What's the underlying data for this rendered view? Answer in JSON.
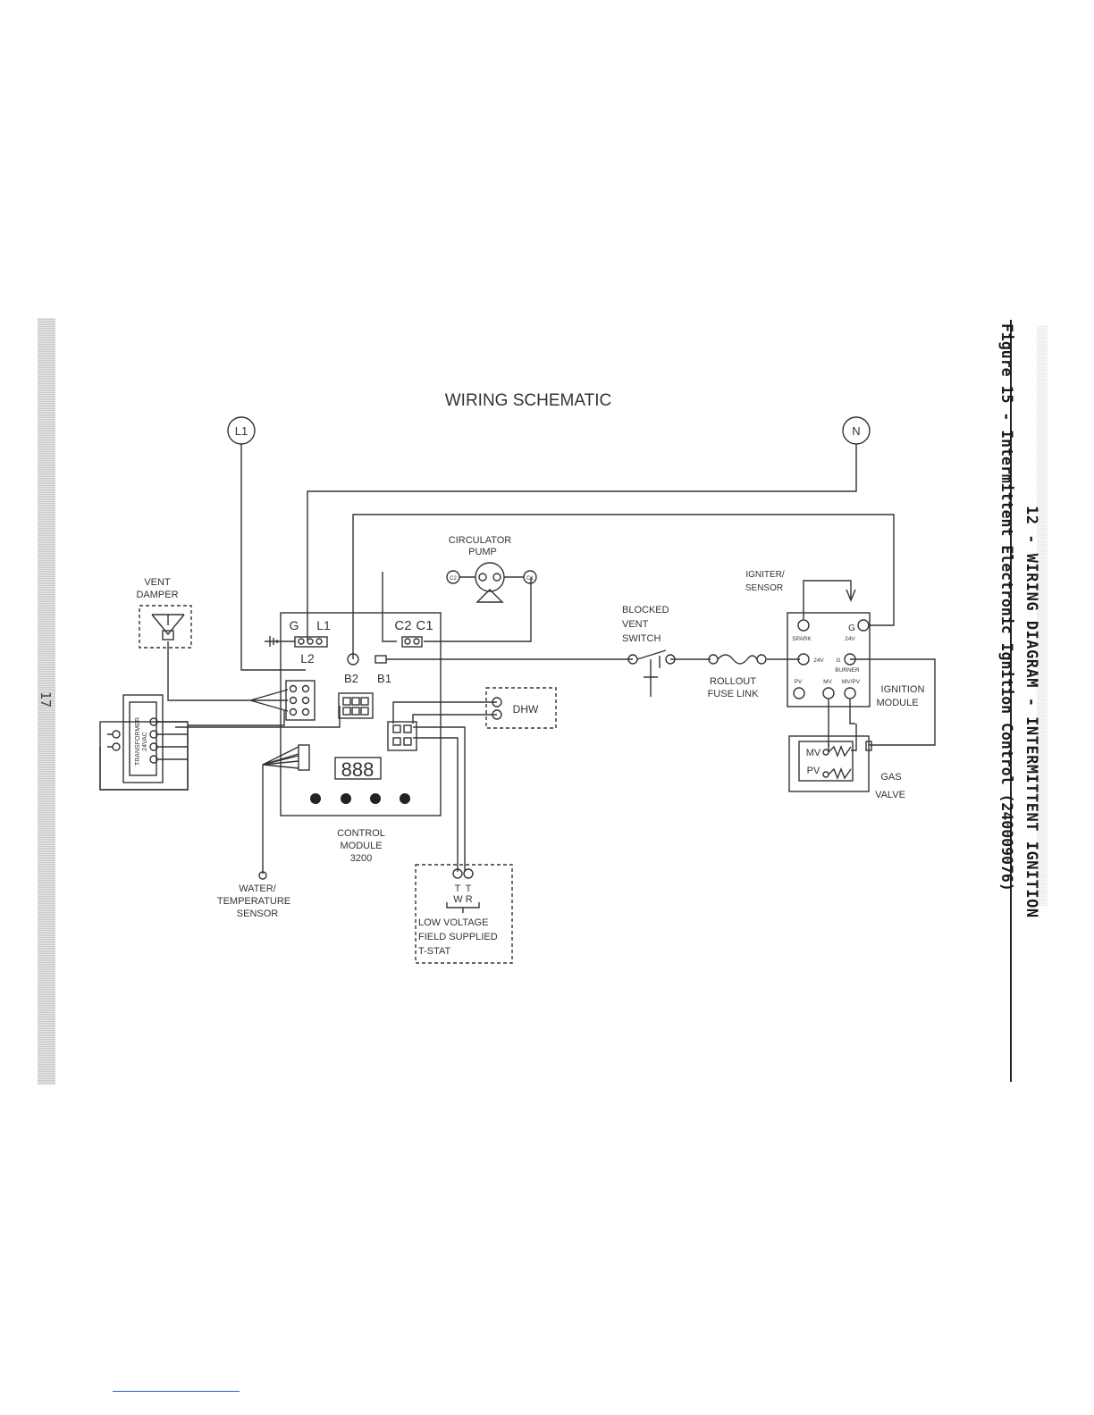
{
  "page": {
    "section_title": "12 - WIRING DIAGRAM - INTERMITTENT IGNITION",
    "figure_caption": "Figure 15  - Intermittent Electronic Ignition Control (240009076)",
    "page_number": "17"
  },
  "schematic": {
    "title": "WIRING SCHEMATIC",
    "terminals": {
      "line": "L1",
      "neutral": "N"
    },
    "components": {
      "vent_damper": [
        "VENT",
        "DAMPER"
      ],
      "transformer": [
        "TRANSFORMER",
        "24VAC"
      ],
      "circulator_pump": [
        "CIRCULATOR",
        "PUMP"
      ],
      "pump_terminals": [
        "C2",
        "C1"
      ],
      "control_module": [
        "CONTROL",
        "MODULE",
        "3200"
      ],
      "water_sensor": [
        "WATER/",
        "TEMPERATURE",
        "SENSOR"
      ],
      "dhw": "DHW",
      "tstat_terminals": [
        "T",
        "T"
      ],
      "tstat_wires": "W R",
      "tstat": [
        "LOW VOLTAGE",
        "FIELD SUPPLIED",
        "T-STAT"
      ],
      "blocked_vent": [
        "BLOCKED",
        "VENT",
        "SWITCH"
      ],
      "rollout": [
        "ROLLOUT",
        "FUSE LINK"
      ],
      "igniter": [
        "IGNITER/",
        "SENSOR"
      ],
      "ignition_module": [
        "IGNITION",
        "MODULE"
      ],
      "gas_valve": [
        "GAS",
        "VALVE"
      ]
    },
    "control_terminals": {
      "g": "G",
      "l1": "L1",
      "l2": "L2",
      "c2": "C2",
      "c1": "C1",
      "b2": "B2",
      "b1": "B1"
    },
    "ignition_terminals": {
      "spark": "SPARK",
      "g_top": "G",
      "v24_top": "24V",
      "v24": "24V",
      "g_burner": "G",
      "burner": "BURNER",
      "pv": "PV",
      "mv": "MV",
      "mvpv": "MV/PV"
    },
    "valve_labels": {
      "mv": "MV",
      "pv": "PV"
    },
    "display": "888"
  }
}
